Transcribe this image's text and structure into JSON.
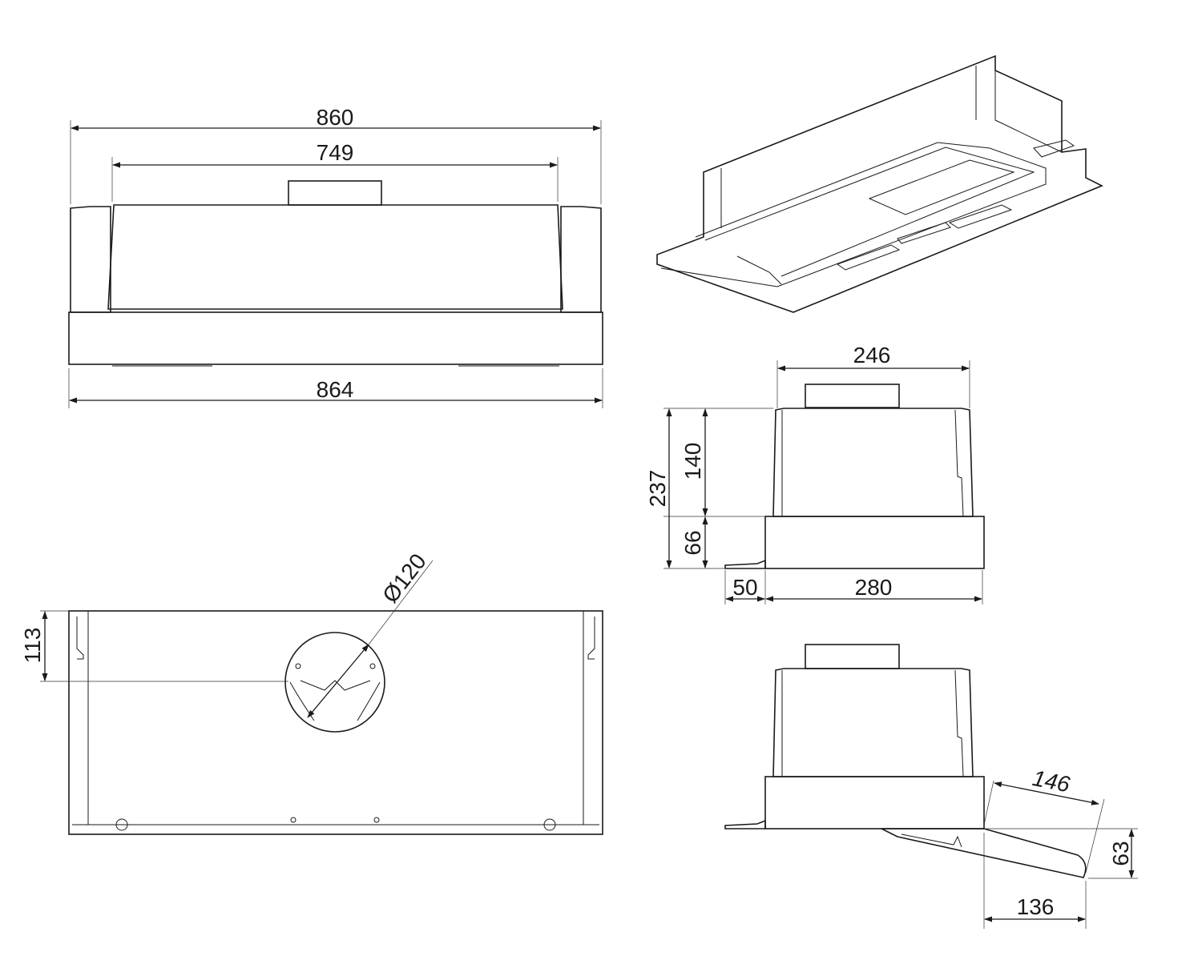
{
  "dimensions": {
    "front_overall_top": "860",
    "front_inner": "749",
    "front_overall_bottom": "864",
    "bottom_duct_diameter": "Ø120",
    "bottom_duct_offset": "113",
    "side_top_width": "246",
    "side_total_height": "237",
    "side_body_height": "140",
    "side_lower_height": "66",
    "side_panel_depth": "50",
    "side_lower_depth": "280",
    "extended_panel_length": "146",
    "extended_panel_drop": "63",
    "extended_panel_projection": "136"
  }
}
